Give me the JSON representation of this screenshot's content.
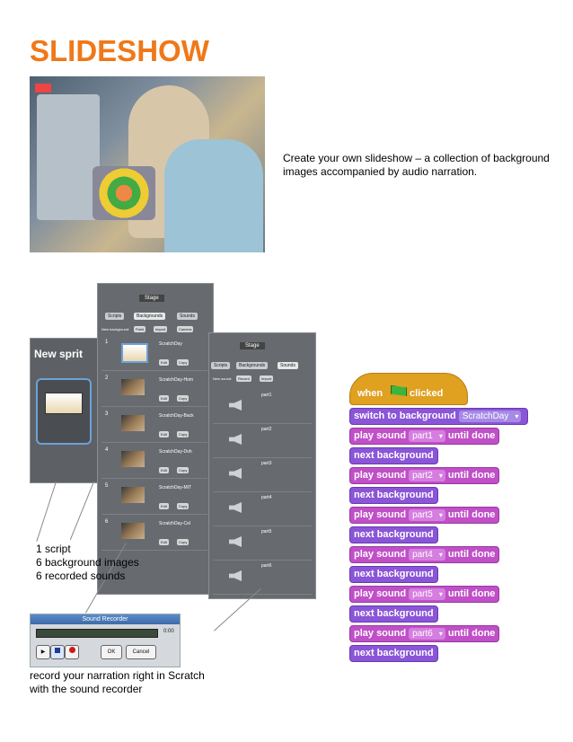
{
  "title": "SLIDESHOW",
  "description": "Create your own slideshow – a collection of background images accompanied by audio narration.",
  "stage_panel": {
    "heading": "New sprit",
    "label": "Stage"
  },
  "backgrounds_panel": {
    "header": "Stage",
    "tabs": [
      "Scripts",
      "Backgrounds",
      "Sounds"
    ],
    "toolbar": [
      "New background:",
      "Paint",
      "Import",
      "Camera"
    ],
    "items": [
      {
        "num": "1",
        "name": "ScratchDay"
      },
      {
        "num": "2",
        "name": "ScratchDay-Hom"
      },
      {
        "num": "3",
        "name": "ScratchDay-Back"
      },
      {
        "num": "4",
        "name": "ScratchDay-Doh"
      },
      {
        "num": "5",
        "name": "ScratchDay-MIT"
      },
      {
        "num": "6",
        "name": "ScratchDay-Cel"
      }
    ],
    "edit_label": "Edit",
    "copy_label": "Copy"
  },
  "sounds_panel": {
    "header": "Stage",
    "tabs": [
      "Scripts",
      "Backgrounds",
      "Sounds"
    ],
    "toolbar": [
      "New sound:",
      "Record",
      "Import"
    ],
    "items": [
      "part1",
      "part2",
      "part3",
      "part4",
      "part5",
      "part6"
    ]
  },
  "notes": [
    "1 script",
    "6 background images",
    "6 recorded sounds"
  ],
  "recorder": {
    "title": "Sound Recorder",
    "time": "0:00",
    "ok_label": "OK",
    "cancel_label": "Cancel"
  },
  "caption": [
    "record your narration right in Scratch",
    "with the sound recorder"
  ],
  "script": {
    "hat": {
      "when": "when",
      "clicked": "clicked"
    },
    "blocks": [
      {
        "type": "looks",
        "text": "switch to background",
        "arg": "ScratchDay"
      },
      {
        "type": "sound",
        "text": "play sound",
        "arg": "part1",
        "tail": "until done"
      },
      {
        "type": "looks",
        "text": "next background"
      },
      {
        "type": "sound",
        "text": "play sound",
        "arg": "part2",
        "tail": "until done"
      },
      {
        "type": "looks",
        "text": "next background"
      },
      {
        "type": "sound",
        "text": "play sound",
        "arg": "part3",
        "tail": "until done"
      },
      {
        "type": "looks",
        "text": "next background"
      },
      {
        "type": "sound",
        "text": "play sound",
        "arg": "part4",
        "tail": "until done"
      },
      {
        "type": "looks",
        "text": "next background"
      },
      {
        "type": "sound",
        "text": "play sound",
        "arg": "part5",
        "tail": "until done"
      },
      {
        "type": "looks",
        "text": "next background"
      },
      {
        "type": "sound",
        "text": "play sound",
        "arg": "part6",
        "tail": "until done"
      },
      {
        "type": "looks",
        "text": "next background"
      }
    ]
  }
}
